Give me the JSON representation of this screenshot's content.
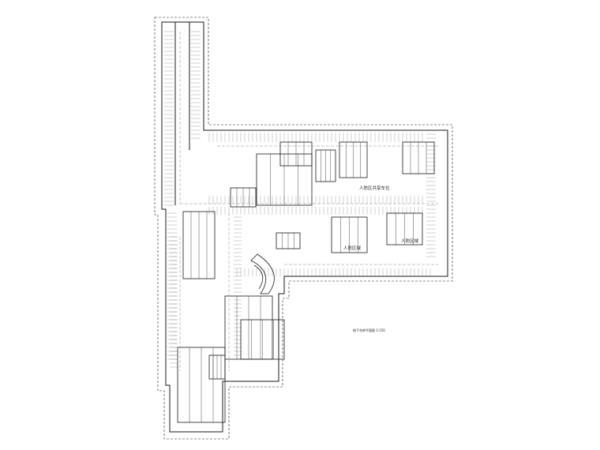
{
  "drawing": {
    "title": "地下车库平面图",
    "scale": "1:150",
    "labels": {
      "activity_room": "人防区共享车位",
      "shelter_a": "人防区域",
      "shelter_b": "人防区域"
    }
  },
  "colors": {
    "line": "#1a1a1a",
    "light_line": "#8a8a8a",
    "background": "#ffffff"
  }
}
